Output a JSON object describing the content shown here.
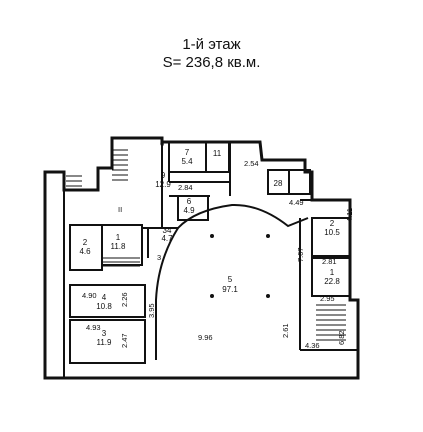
{
  "header": {
    "floor": "1-й этаж",
    "area": "S= 236,8 кв.м."
  },
  "rooms": [
    {
      "number": "7",
      "area": "5.4"
    },
    {
      "number": "11",
      "area": ""
    },
    {
      "number": "9",
      "area": "12.9"
    },
    {
      "number": "6",
      "area": "4.9"
    },
    {
      "number": "28",
      "area": ""
    },
    {
      "number": "34",
      "area": "4.7"
    },
    {
      "number": "1",
      "area": "11.8"
    },
    {
      "number": "2",
      "area": "4.6"
    },
    {
      "number": "2",
      "area": "10.5"
    },
    {
      "number": "1",
      "area": "22.8"
    },
    {
      "number": "5",
      "area": "97.1"
    },
    {
      "number": "4",
      "area": "10.8"
    },
    {
      "number": "3",
      "area": "11.9"
    }
  ],
  "dimensions": {
    "d_254": "2.54",
    "d_284": "2.84",
    "d_449": "4.49",
    "d_411": "4.11",
    "d_707": "7.07",
    "d_281": "2.81",
    "d_295": "2.95",
    "d_490": "4.90",
    "d_226": "2.26",
    "d_493": "4.93",
    "d_247": "2.47",
    "d_395": "3.95",
    "d_996": "9.96",
    "d_261": "2.61",
    "d_436": "4.36",
    "d_682": "6.82"
  },
  "marks": {
    "three": "3",
    "six": "6",
    "roman_two": "II"
  }
}
